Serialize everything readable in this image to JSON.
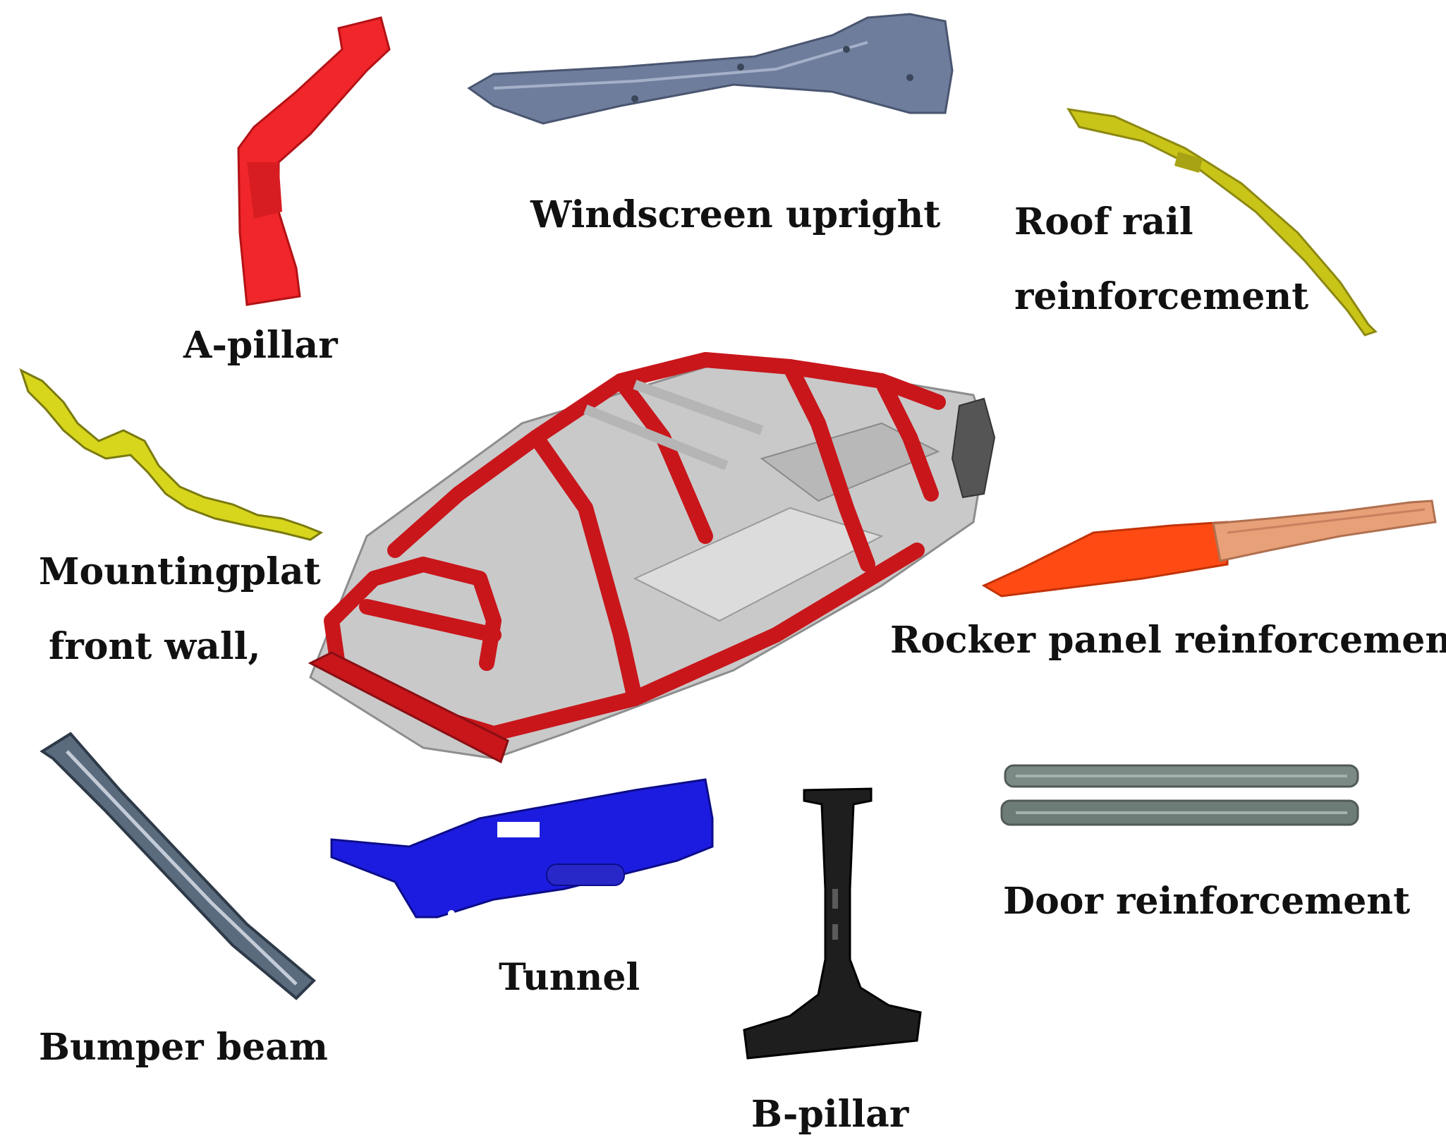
{
  "labels": {
    "windscreen_upright": "Windscreen upright",
    "roof_rail_line1": "Roof rail",
    "roof_rail_line2": "reinforcement",
    "a_pillar": "A-pillar",
    "mountingplat_line1": "Mountingplat",
    "mountingplat_line2": "front wall,",
    "rocker_panel": "Rocker panel reinforcement",
    "door_reinforcement": "Door reinforcement",
    "tunnel": "Tunnel",
    "bumper_beam": "Bumper beam",
    "b_pillar": "B-pillar"
  },
  "colors": {
    "body_frame": "#c8161b",
    "a_pillar": "#f0262a",
    "windscreen_upright": "#6f7d9c",
    "roof_rail": "#c9c418",
    "mountingplat": "#d8d61c",
    "rocker_panel": "#ff4a14",
    "rocker_panel_light": "#e8a078",
    "door_reinforcement": "#7c8a86",
    "tunnel": "#1c1ce0",
    "bumper_beam": "#5b6b7e",
    "b_pillar": "#1e1e1e"
  },
  "icons": {
    "center": "car-body-in-white-icon",
    "parts": [
      "a-pillar-part-icon",
      "windscreen-upright-part-icon",
      "roof-rail-part-icon",
      "mountingplat-part-icon",
      "rocker-panel-part-icon",
      "door-reinforcement-part-icon",
      "tunnel-part-icon",
      "bumper-beam-part-icon",
      "b-pillar-part-icon"
    ]
  }
}
